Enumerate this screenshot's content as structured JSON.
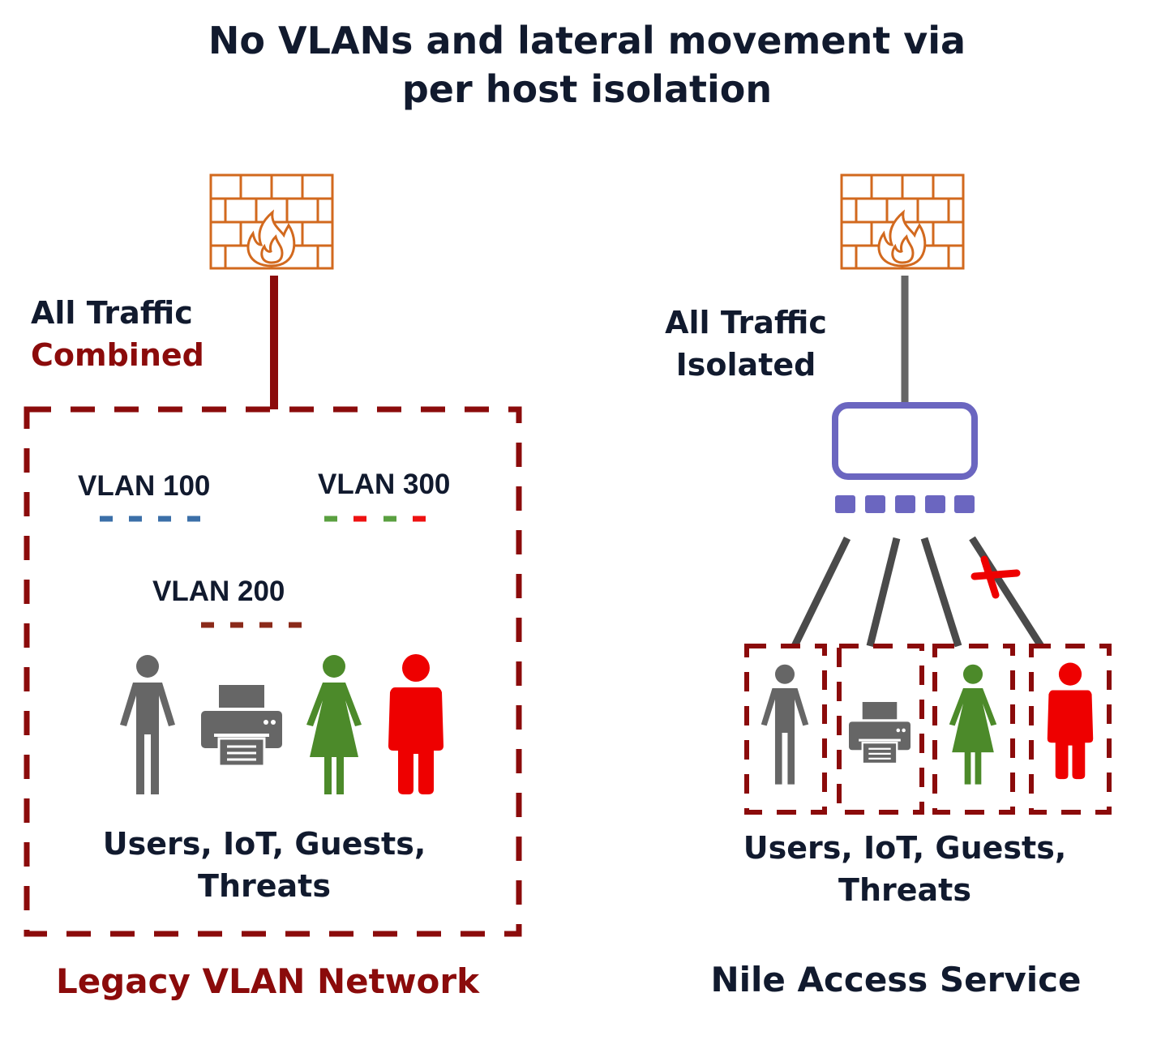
{
  "title": {
    "line1": "No VLANs and lateral movement via",
    "line2": "per host isolation"
  },
  "left": {
    "traffic_line1": "All Traffic",
    "traffic_line2": "Combined",
    "vlan_labels": [
      "VLAN 100",
      "VLAN 300",
      "VLAN 200"
    ],
    "endpoints_line1": "Users, IoT, Guests,",
    "endpoints_line2": "Threats",
    "caption": "Legacy VLAN Network"
  },
  "right": {
    "traffic_line1": "All Traffic",
    "traffic_line2": "Isolated",
    "endpoints_line1": "Users, IoT, Guests,",
    "endpoints_line2": "Threats",
    "caption": "Nile Access Service"
  },
  "icons": {
    "firewall": "firewall-icon",
    "switch": "switch-icon",
    "user": "person-icon",
    "printer": "printer-icon",
    "guest": "woman-icon",
    "threat": "person-icon",
    "blocked": "x-mark-icon"
  },
  "colors": {
    "title_text": "#111a2e",
    "legacy_red": "#8b0b0b",
    "firewall_orange": "#d2691e",
    "switch_purple": "#6b66c0",
    "user_gray": "#666666",
    "guest_green": "#4c8a2a",
    "threat_red": "#ee0000",
    "vlan100_blue": "#3b6fa8",
    "vlan200_brown": "#8b2a1a",
    "vlan300_green": "#5aa040",
    "vlan300_red": "#ee1111",
    "link_gray": "#4a4a4a"
  }
}
